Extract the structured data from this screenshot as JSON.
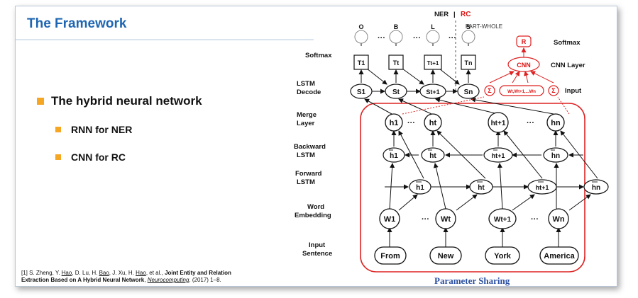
{
  "slide": {
    "title": "The Framework",
    "bullet_main": "The hybrid neural network",
    "bullet_sub": [
      "RNN for NER",
      "CNN for RC"
    ],
    "citation": {
      "authors_part1": "[1] S. Zheng, Y. ",
      "author_hao1": "Hao",
      "authors_part2": ", D. Lu, H. ",
      "author_bao": "Bao",
      "authors_part3": ", J. Xu, H. ",
      "author_hao2": "Hao",
      "authors_part4": ", et al., ",
      "paper_title_1": "Joint Entity and Relation",
      "paper_title_2": "Extraction Based on A Hybrid Neural Network",
      "sep": ", ",
      "journal": "Neurocomputing",
      "year_pages": ". (2017) 1–8."
    }
  },
  "diagram": {
    "header": {
      "ner": "NER",
      "divider": "|",
      "rc": "RC",
      "part_whole": "PART-WHOLE"
    },
    "row_labels": {
      "softmax": "Softmax",
      "lstm": "LSTM",
      "decode": "Decode",
      "merge": "Merge",
      "layer": "Layer",
      "backward": "Backward",
      "backward_lstm": "LSTM",
      "forward": "Forward",
      "forward_lstm": "LSTM",
      "word": "Word",
      "embedding": "Embedding",
      "input": "Input",
      "sentence": "Sentence"
    },
    "ner_tags": [
      "O",
      "B",
      "L",
      "S"
    ],
    "t_nodes": [
      "T1",
      "Tt",
      "Tt+1",
      "Tn"
    ],
    "s_nodes": [
      "S1",
      "St",
      "St+1",
      "Sn"
    ],
    "h_nodes": [
      "h1",
      "ht",
      "ht+1",
      "hn"
    ],
    "w_nodes": [
      "W1",
      "Wt",
      "Wt+1",
      "Wn"
    ],
    "words": [
      "From",
      "New",
      "York",
      "America"
    ],
    "ellipsis": "···",
    "rc": {
      "r_label": "R",
      "softmax": "Softmax",
      "cnn": "CNN",
      "cnn_layer": "CNN Layer",
      "input": "Input",
      "sigma": "Σ",
      "window": "Wt,Wt+1,...Wn"
    },
    "caption": "Parameter Sharing",
    "colors": {
      "red": "#dd2222",
      "title_blue": "#1f66b2",
      "caption_blue": "#2a4fa0",
      "bullet_orange": "#f5a623"
    }
  }
}
